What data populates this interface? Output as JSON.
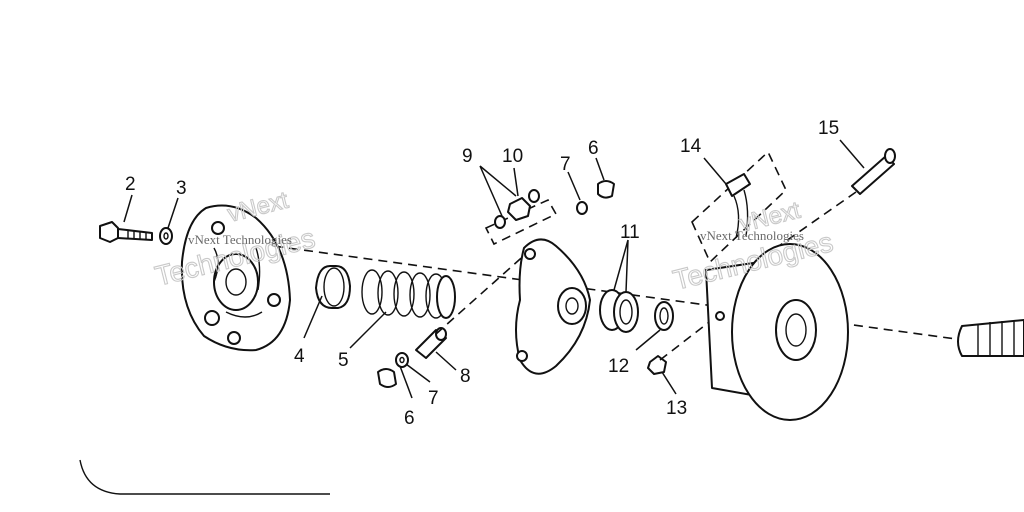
{
  "callouts": {
    "c2": "2",
    "c3": "3",
    "c4": "4",
    "c5": "5",
    "c6a": "6",
    "c6b": "6",
    "c7a": "7",
    "c7b": "7",
    "c8": "8",
    "c9": "9",
    "c10": "10",
    "c11": "11",
    "c12": "12",
    "c13": "13",
    "c14": "14",
    "c15": "15"
  },
  "watermark": {
    "brand_top_1": "vNext",
    "brand_bottom_1": "Technologies",
    "small_1": "vNext Technologies",
    "brand_top_2": "vNext",
    "brand_bottom_2": "Technologies",
    "small_2": "vNext Technologies"
  },
  "colors": {
    "ink": "#111111",
    "watermark": "#c9c9c9",
    "paper": "#ffffff"
  }
}
